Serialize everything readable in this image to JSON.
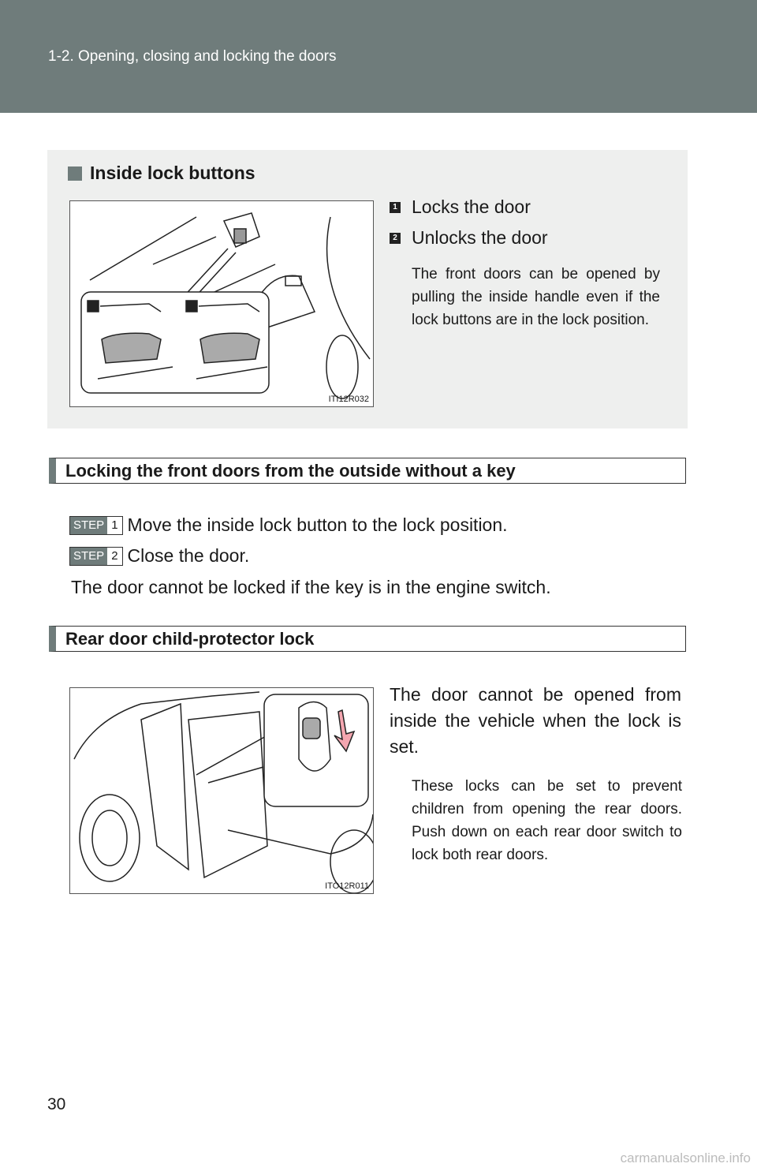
{
  "header": {
    "section": "1-2. Opening, closing and locking the doors"
  },
  "inside_lock": {
    "title": "Inside lock buttons",
    "figure_code": "ITI12R032",
    "callouts": [
      {
        "num": "1",
        "label": "Locks the door"
      },
      {
        "num": "2",
        "label": "Unlocks the door"
      }
    ],
    "note": "The front doors can be opened by pulling the inside handle even if the lock buttons are in the lock position."
  },
  "locking_section": {
    "title": "Locking the front doors from the outside without a key",
    "steps": [
      {
        "badge": "STEP",
        "num": "1",
        "text": "Move the inside lock button to the lock position."
      },
      {
        "badge": "STEP",
        "num": "2",
        "text": "Close the door."
      }
    ],
    "note": "The door cannot be locked if the key is in the engine switch."
  },
  "child_lock": {
    "title": "Rear door child-protector lock",
    "figure_code": "ITO12R011",
    "text": "The door cannot be opened from inside the vehicle when the lock is set.",
    "note": "These locks can be set to prevent children from opening the rear doors. Push down on each rear door switch to lock both rear doors."
  },
  "page_number": "30",
  "watermark": "carmanualsonline.info",
  "colors": {
    "accent": "#6f7c7b",
    "box": "#eeefee"
  }
}
